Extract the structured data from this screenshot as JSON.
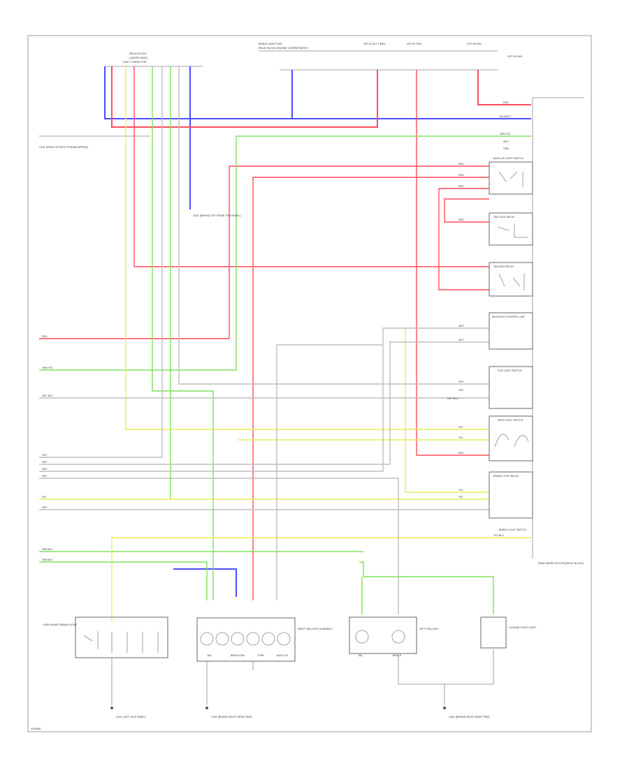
{
  "diagram": {
    "footer_code": "01/06/08",
    "colors": {
      "red": "#ff4c5c",
      "blue": "#4b4bff",
      "green": "#7fe05a",
      "yellow": "#ecec58",
      "gray": "#bdbdbd",
      "frame": "#999999"
    },
    "top_labels": [
      "BRAKE LAMP FUSE",
      "RELAY BLOCK (ENGINE COMPARTMENT)",
      "HOT AT ALL TIMES",
      "HOT IN RUN",
      "HOT IN RUN",
      "HOT IN RUN"
    ],
    "top_left_block": [
      "RELAY BLOCK",
      "(UNDER DASH)",
      "JOINT CONNECTOR"
    ],
    "ground_notes": [
      "G101 (REAR OF RIGHT FENDER APRON)",
      "G201 (LEFT KICK PANEL)",
      "G401 (BEHIND LEFT REAR TRIM PANEL)",
      "G301 (BEHIND RIGHT REAR TRIM)",
      "G401 (BEHIND RIGHT REAR TRIM)"
    ],
    "left_wires": [
      "RED",
      "GRN YEL",
      "GRY BLU",
      "GRY",
      "GRY",
      "GRY",
      "GRY",
      "YEL",
      "GRY",
      "GRN BLK",
      "GRN BLK"
    ],
    "right_components": [
      "MULTIPLEX CONTROL UNIT",
      "BACK-UP LIGHT SWITCH",
      "TAILLIGHT RELAY",
      "TAILGATE RELAY",
      "FOG LIGHT SWITCH",
      "PARK LIGHT SWITCH",
      "BRAKE LIGHT RELAY",
      "BRAKE LIGHT SWITCH",
      "REAR WIPER MOTOR (RELAY BLOCK)"
    ],
    "right_wire_labels": [
      "RED",
      "BLU/WHT",
      "GRN YEL",
      "WHT",
      "GRN",
      "RED",
      "RED",
      "RED",
      "RED",
      "WHT",
      "WHT",
      "GRY",
      "GRY",
      "GRY BLU",
      "YEL",
      "YEL",
      "RED",
      "YEL",
      "YEL",
      "YEL BLU"
    ],
    "bottom_components": [
      "HIGH MOUNT BRAKE LIGHT",
      "RIGHT TAILLIGHT ASSEMBLY",
      "LEFT TAILLIGHT",
      "TAIL",
      "BRAKE",
      "LICENSE PLATE LIGHT"
    ],
    "bottom_bulb_labels": [
      "TAIL",
      "BRAKE/TAIL",
      "TURN",
      "BACK-UP"
    ]
  }
}
